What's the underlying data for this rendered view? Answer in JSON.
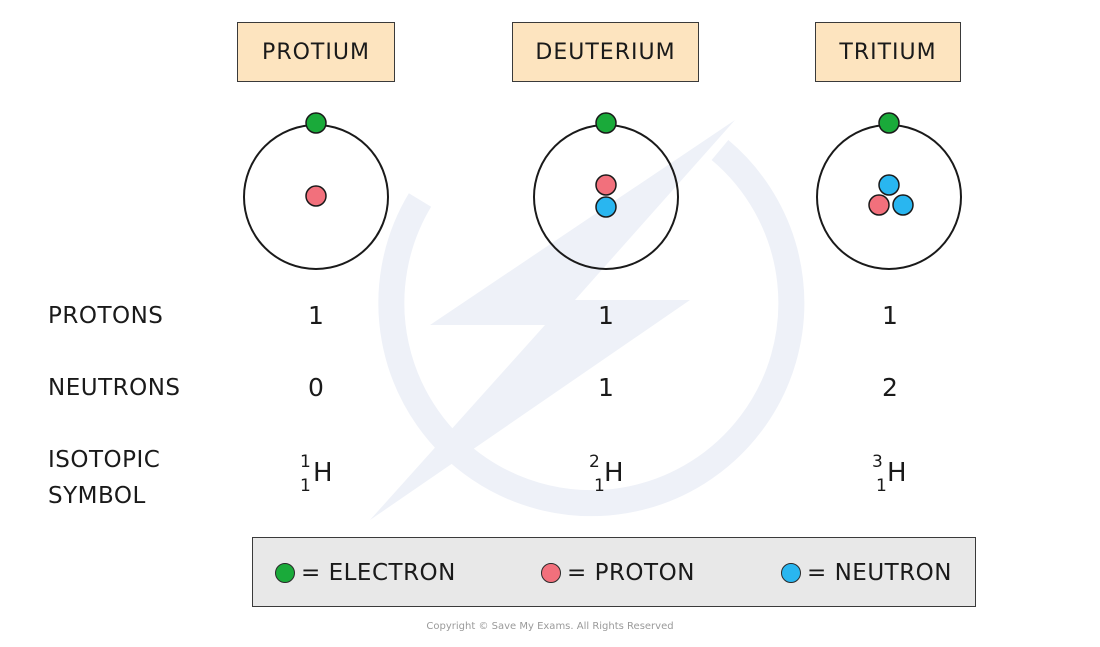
{
  "colors": {
    "electron": "#1aaa3a",
    "proton": "#f2707c",
    "neutron": "#29b6f0",
    "label_bg": "#fde4bf",
    "legend_bg": "#e8e8e8"
  },
  "isotopes": [
    {
      "name": "PROTIUM",
      "protons": "1",
      "neutrons": "0",
      "mass_number": "1",
      "atomic_number": "1",
      "element": "H"
    },
    {
      "name": "DEUTERIUM",
      "protons": "1",
      "neutrons": "1",
      "mass_number": "2",
      "atomic_number": "1",
      "element": "H"
    },
    {
      "name": "TRITIUM",
      "protons": "1",
      "neutrons": "2",
      "mass_number": "3",
      "atomic_number": "1",
      "element": "H"
    }
  ],
  "row_labels": {
    "protons": "PROTONS",
    "neutrons": "NEUTRONS",
    "symbol_line1": "ISOTOPIC",
    "symbol_line2": "SYMBOL"
  },
  "legend": {
    "electron": "= ELECTRON",
    "proton": "= PROTON",
    "neutron": "= NEUTRON"
  },
  "copyright": "Copyright © Save My Exams. All Rights Reserved",
  "icons": {
    "watermark": "lightning-bolt-logo"
  }
}
